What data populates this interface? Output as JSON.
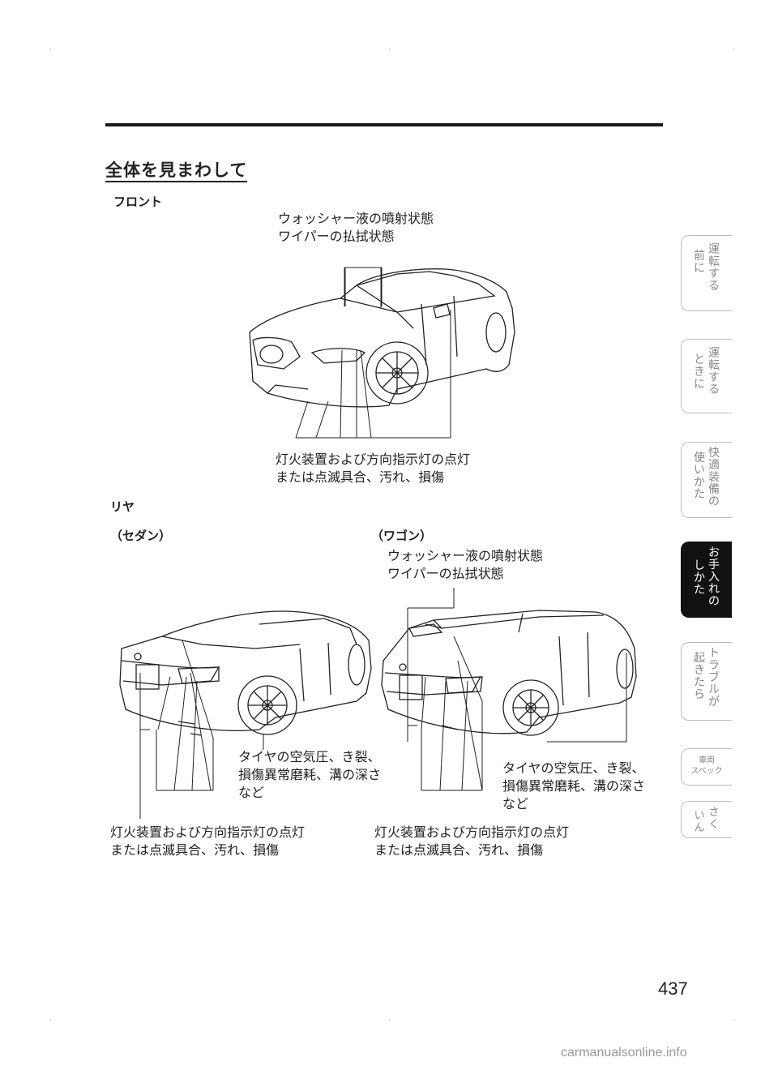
{
  "section": {
    "title": "全体を見まわして",
    "front_label": "フロント",
    "rear_label": "リヤ",
    "sedan_label": "（セダン）",
    "wagon_label": "（ワゴン）"
  },
  "front": {
    "washer_line1": "ウォッシャー液の噴射状態",
    "washer_line2": "ワイパーの払拭状態",
    "lights_line1": "灯火装置および方向指示灯の点灯",
    "lights_line2": "または点滅具合、汚れ、損傷"
  },
  "sedan": {
    "tire_line1": "タイヤの空気圧、き裂、",
    "tire_line2": "損傷異常磨耗、溝の深さ",
    "tire_line3": "など",
    "lights_line1": "灯火装置および方向指示灯の点灯",
    "lights_line2": "または点滅具合、汚れ、損傷"
  },
  "wagon": {
    "washer_line1": "ウォッシャー液の噴射状態",
    "washer_line2": "ワイパーの払拭状態",
    "tire_line1": "タイヤの空気圧、き裂、",
    "tire_line2": "損傷異常磨耗、溝の深さ",
    "tire_line3": "など",
    "lights_line1": "灯火装置および方向指示灯の点灯",
    "lights_line2": "または点滅具合、汚れ、損傷"
  },
  "side_tabs": [
    {
      "col1": "前に",
      "col2": "運転する",
      "active": false
    },
    {
      "col1": "ときに",
      "col2": "運転する",
      "active": false
    },
    {
      "col1": "使いかた",
      "col2": "快適装備の",
      "active": false
    },
    {
      "col1": "しかた",
      "col2": "お手入れの",
      "active": true
    },
    {
      "col1": "起きたら",
      "col2": "トラブルが",
      "active": false
    },
    {
      "small": "車両\nスペック"
    },
    {
      "col1": "いん",
      "col2": "さく",
      "active": false
    }
  ],
  "page_number": "437",
  "watermark": "carmanualsonline.info"
}
